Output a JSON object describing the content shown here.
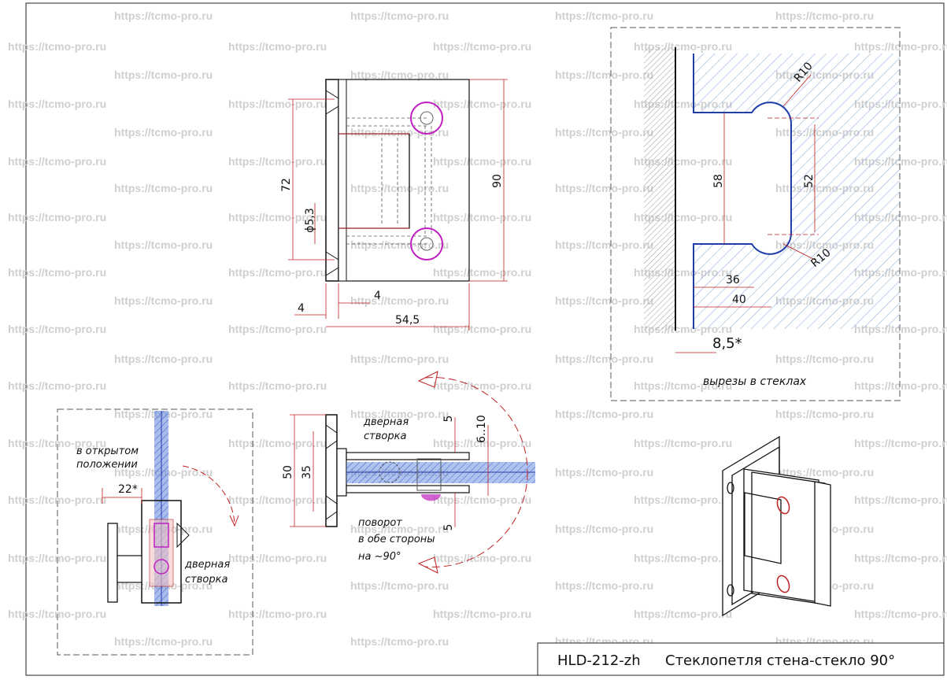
{
  "watermark": "https://tcmo-pro.ru",
  "title_block": {
    "model": "HLD-212-zh",
    "name": "Стеклопетля стена-стекло 90°"
  },
  "front_view": {
    "dims": {
      "d72": "72",
      "d90": "90",
      "d53": "ϕ5,3",
      "d4a": "4",
      "d4b": "4",
      "d545": "54,5"
    }
  },
  "cutout_view": {
    "dims": {
      "r10a": "R10",
      "r10b": "R10",
      "d58": "58",
      "d52": "52",
      "d36": "36",
      "d40": "40",
      "d85": "8,5*"
    },
    "caption": "вырезы в стеклах"
  },
  "left_view": {
    "open_label_1": "в открытом",
    "open_label_2": "положении",
    "dim_22": "22*",
    "door_label_1": "дверная",
    "door_label_2": "створка"
  },
  "side_view": {
    "door_label_1": "дверная",
    "door_label_2": "створка",
    "d50": "50",
    "d35": "35",
    "d5a": "5",
    "d610": "6..10",
    "d5b": "5",
    "rot_1": "поворот",
    "rot_2": "в обе стороны",
    "rot_3": "на ~90°"
  },
  "colors": {
    "line": "#111111",
    "blue": "#1f3ea8",
    "hatch": "#8fb3e0",
    "magenta": "#c020c0",
    "red": "#c02020",
    "watermark": "#cfcfcf"
  }
}
